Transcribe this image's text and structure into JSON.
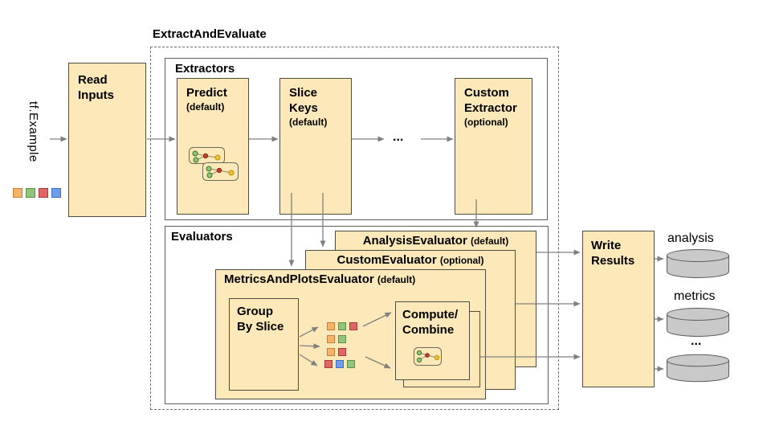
{
  "title": "ExtractAndEvaluate",
  "input": {
    "label": "tf.Example",
    "squares": [
      "orange",
      "green",
      "red",
      "blue"
    ]
  },
  "read_inputs": {
    "label": "Read\nInputs"
  },
  "extractors": {
    "label": "Extractors",
    "predict": {
      "name": "Predict",
      "qualifier": "(default)"
    },
    "slice_keys": {
      "name": "Slice\nKeys",
      "qualifier": "(default)"
    },
    "ellipsis": "...",
    "custom_extractor": {
      "name": "Custom\nExtractor",
      "qualifier": "(optional)"
    }
  },
  "evaluators": {
    "label": "Evaluators",
    "analysis_evaluator": {
      "name": "AnalysisEvaluator",
      "qualifier": "(default)"
    },
    "custom_evaluator": {
      "name": "CustomEvaluator",
      "qualifier": "(optional)"
    },
    "metrics_and_plots_evaluator": {
      "name": "MetricsAndPlotsEvaluator",
      "qualifier": "(default)"
    },
    "group_by_slice": {
      "label": "Group\nBy Slice"
    },
    "compute_combine": {
      "label": "Compute/\nCombine"
    },
    "slice_grid": {
      "row1": [
        "orange",
        "green",
        "red"
      ],
      "row2": [
        "orange",
        "green"
      ],
      "row3": [
        "orange",
        "red"
      ],
      "row4": [
        "red",
        "blue",
        "green"
      ]
    }
  },
  "write_results": {
    "label": "Write\nResults"
  },
  "outputs": {
    "analysis_label": "analysis",
    "metrics_label": "metrics",
    "ellipsis": "..."
  },
  "colors": {
    "box_fill": "#fce8b8",
    "orange": "#f6b26b",
    "orange_border": "#c77f33",
    "green": "#93c47d",
    "green_border": "#5e9147",
    "red": "#e06666",
    "red_border": "#a83a33",
    "blue": "#6d9eeb",
    "blue_border": "#3f6fc2",
    "cylinder_fill": "#c9c9c9",
    "cylinder_stroke": "#5b5b5b",
    "arrow": "#808080"
  }
}
